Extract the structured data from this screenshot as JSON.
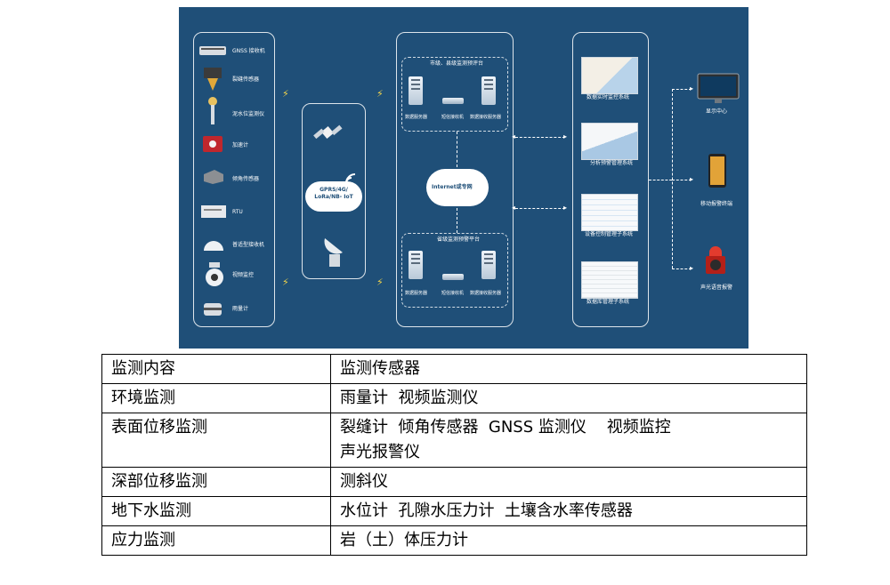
{
  "diagram": {
    "sensors": [
      {
        "label": "GNSS 接收机",
        "icon": "gnss-receiver-icon"
      },
      {
        "label": "裂缝传感器",
        "icon": "crack-sensor-icon"
      },
      {
        "label": "泥水位监测仪",
        "icon": "water-level-icon"
      },
      {
        "label": "加速计",
        "icon": "accelerometer-icon"
      },
      {
        "label": "倾角传感器",
        "icon": "tilt-sensor-icon"
      },
      {
        "label": "RTU",
        "icon": "rtu-icon"
      },
      {
        "label": "普适型接收机",
        "icon": "dome-receiver-icon"
      },
      {
        "label": "视频监控",
        "icon": "camera-icon"
      },
      {
        "label": "雨量计",
        "icon": "rain-gauge-icon"
      }
    ],
    "comm_label": "GPRS/4G/\nLoRa/NB- IoT",
    "upper_platform": {
      "title": "市级、县级监测预评台",
      "items": [
        "数据服务器",
        "短信接收机",
        "数据接收服务器"
      ]
    },
    "internet_label": "Internet或专网",
    "lower_platform": {
      "title": "省级监测预警平台",
      "items": [
        "数据服务器",
        "短信接收机",
        "数据接收服务器"
      ]
    },
    "systems": [
      "数据实时监控系统",
      "分析预警管理系统",
      "设备控制管理子系统",
      "数据库管理子系统"
    ],
    "outputs": [
      {
        "label": "显示中心",
        "icon": "monitor-icon"
      },
      {
        "label": "移动报警终端",
        "icon": "mobile-phone-icon"
      },
      {
        "label": "声光语音报警",
        "icon": "alarm-light-icon"
      }
    ],
    "colors": {
      "background": "#1f4f78",
      "accent": "#f2d44a"
    }
  },
  "table": {
    "header": [
      "监测内容",
      "监测传感器"
    ],
    "rows": [
      [
        "环境监测",
        "雨量计  视频监测仪"
      ],
      [
        "表面位移监测",
        "裂缝计  倾角传感器  GNSS 监测仪    视频监控\n声光报警仪"
      ],
      [
        "深部位移监测",
        "测斜仪"
      ],
      [
        "地下水监测",
        "水位计  孔隙水压力计  土壤含水率传感器"
      ],
      [
        "应力监测",
        "岩（土）体压力计"
      ]
    ]
  }
}
